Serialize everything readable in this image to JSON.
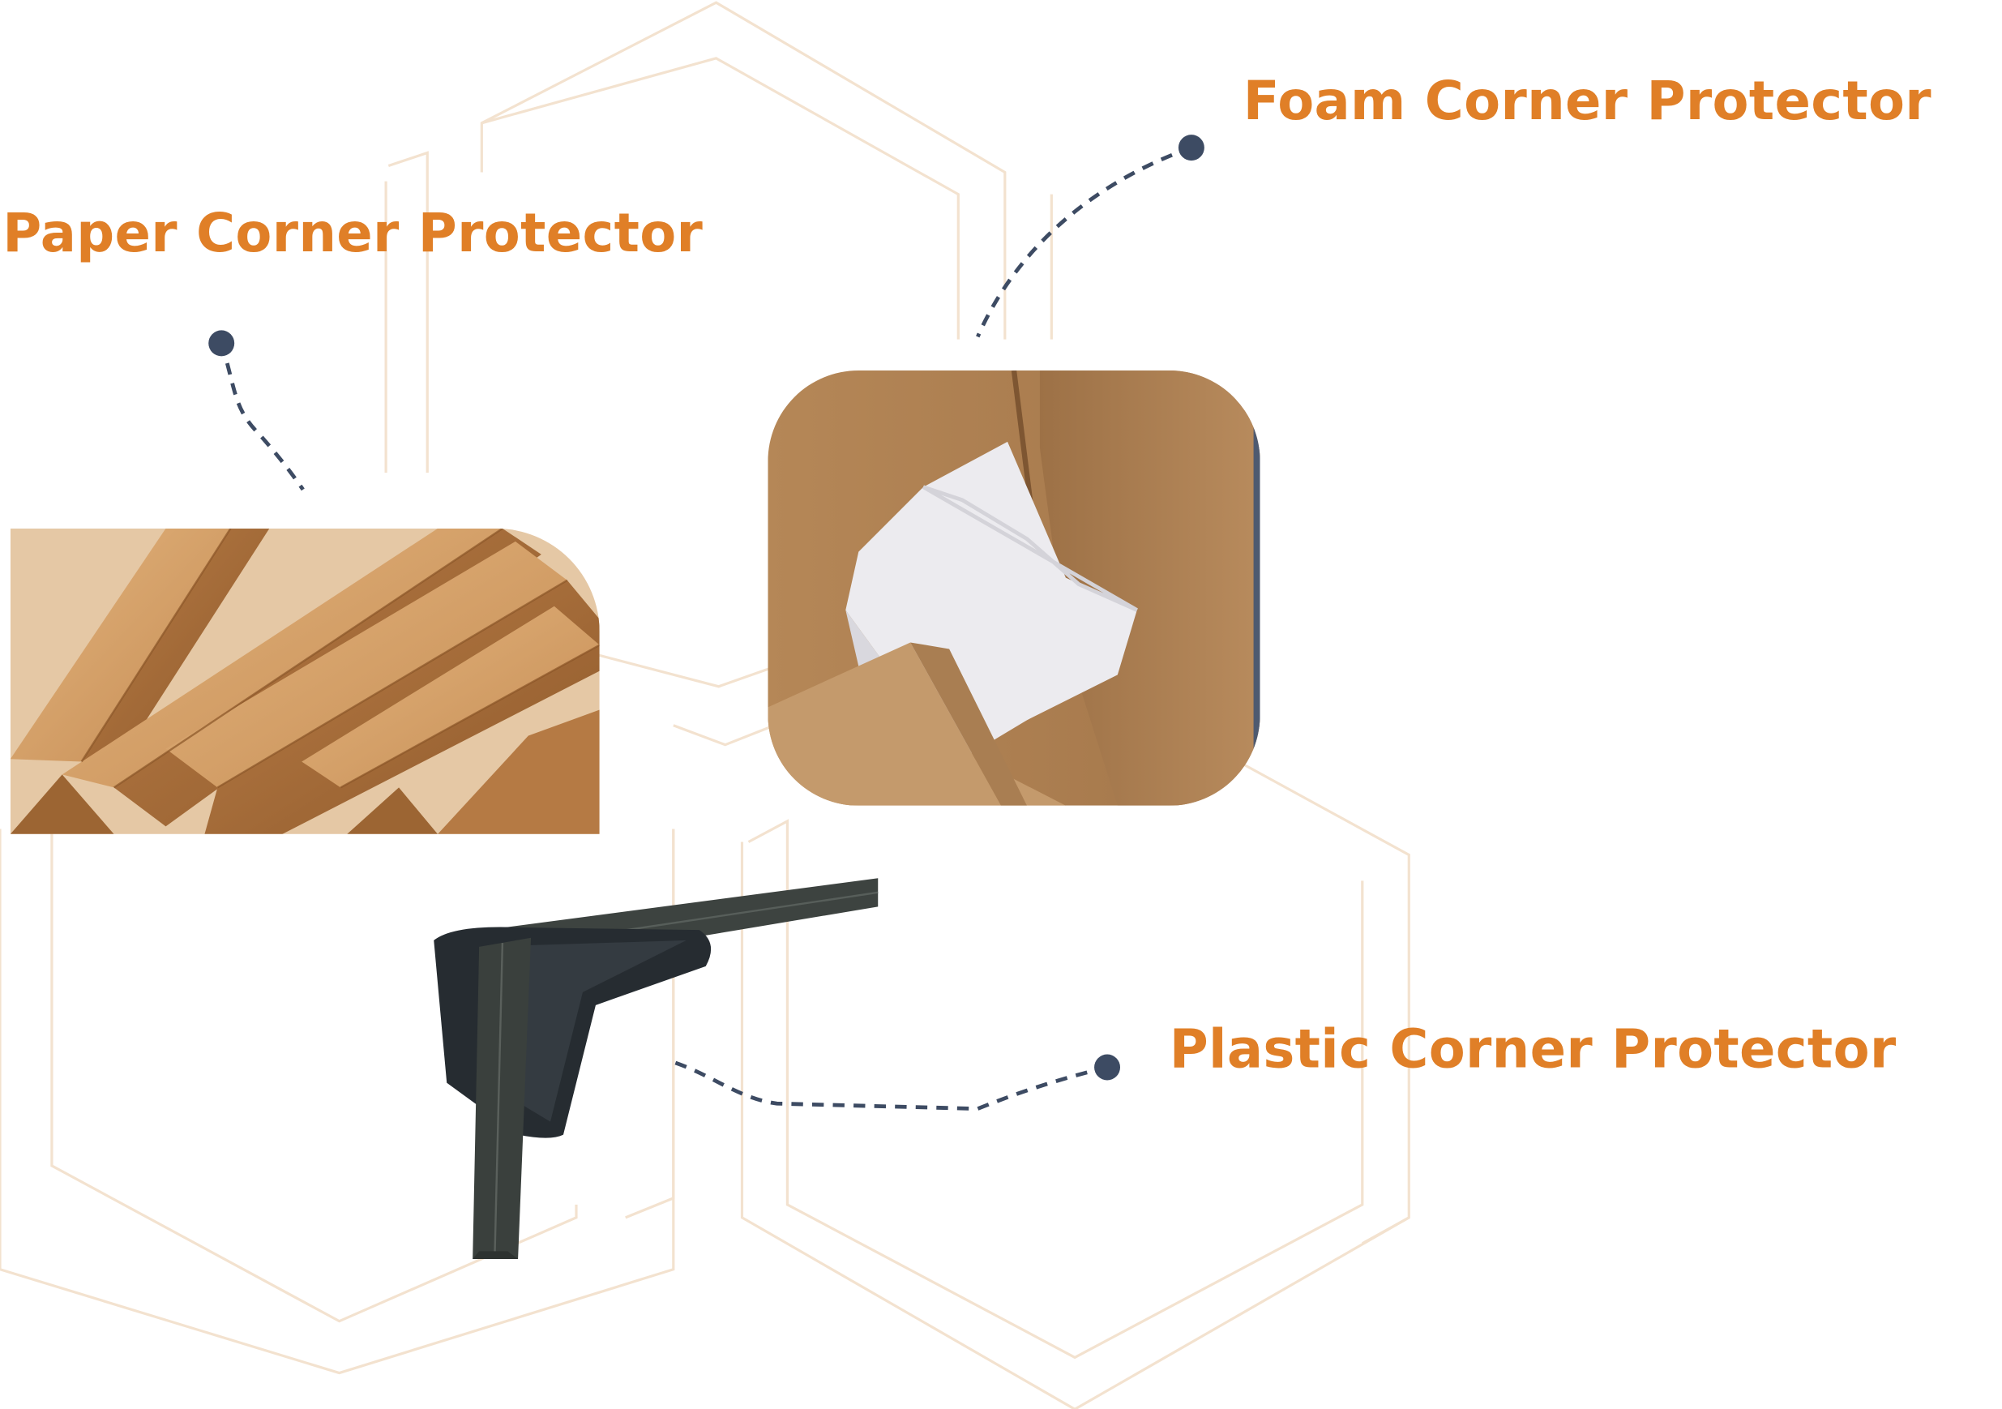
{
  "labels": {
    "paper": "Paper Corner Protector",
    "foam": "Foam Corner Protector",
    "plastic": "Plastic Corner Protector"
  },
  "colors": {
    "label": "#e07f27",
    "connector": "#3d4b63",
    "hexagon_lines": "#f3e2cf",
    "cardboard": "#c9955e",
    "foam": "#efeff1",
    "plastic": "#2b3136"
  },
  "images": [
    {
      "name": "paper-corner-protector-photo",
      "depicts": "stacked brown paper angle edge boards"
    },
    {
      "name": "foam-corner-protector-photo",
      "depicts": "white foam corner piece inside cardboard box"
    },
    {
      "name": "plastic-corner-protector-photo",
      "depicts": "black plastic corner with strapping band"
    }
  ]
}
